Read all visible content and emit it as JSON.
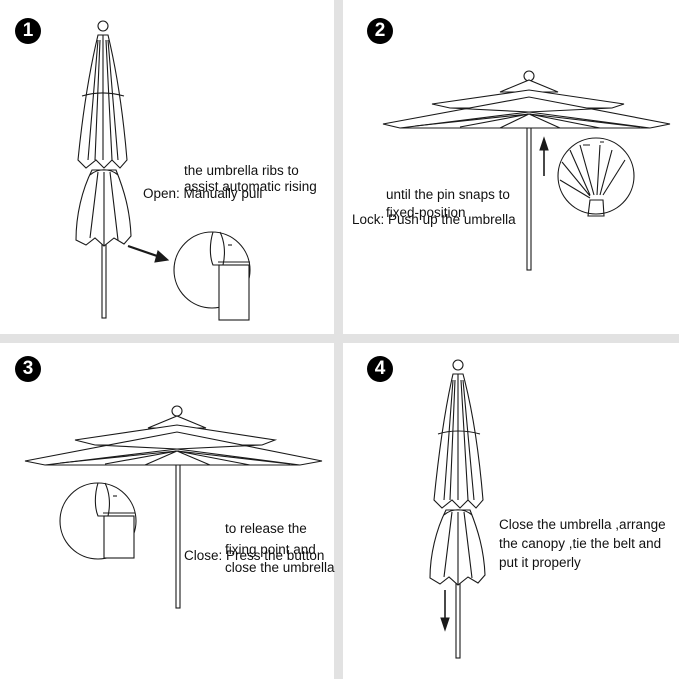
{
  "steps": [
    {
      "number": "1",
      "label": "Open:",
      "lines": [
        "Manually pull",
        "the umbrella ribs to",
        "assist automatic rising"
      ]
    },
    {
      "number": "2",
      "label": "Lock:",
      "lines": [
        "Push up the umbrella",
        "until the pin snaps to",
        "fixed-position"
      ]
    },
    {
      "number": "3",
      "label": "Close:",
      "lines": [
        "Press the button",
        "to release the",
        "fixing point and",
        "close the umbrella"
      ]
    },
    {
      "number": "4",
      "label": "",
      "lines": [
        "Close the umbrella ,arrange",
        "the canopy ,tie the belt and",
        "put it properly"
      ]
    }
  ],
  "colors": {
    "divider": "#e2e2e2",
    "ink": "#1a1a1a",
    "badge": "#000000"
  }
}
